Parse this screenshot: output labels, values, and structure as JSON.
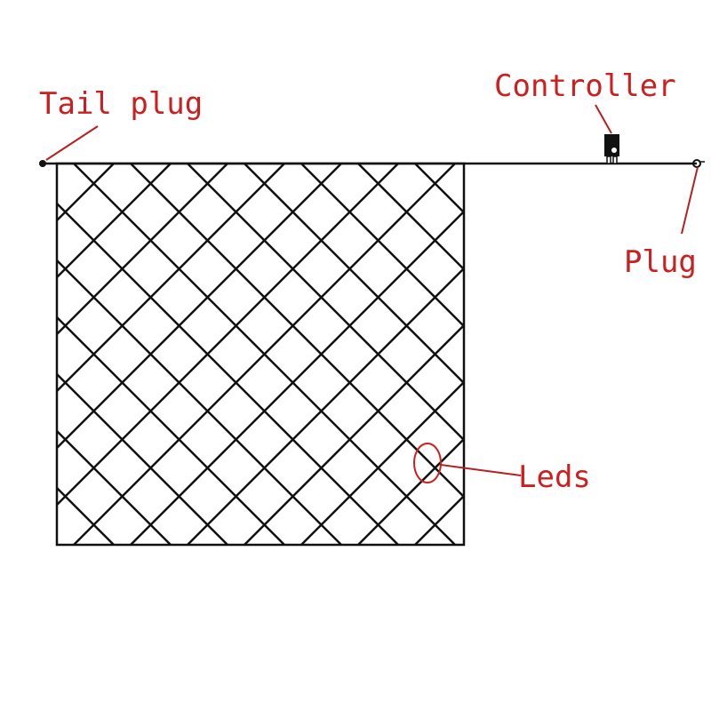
{
  "labels": {
    "tail_plug": "Tail plug",
    "controller": "Controller",
    "plug": "Plug",
    "leds": "Leds"
  },
  "colors": {
    "label": "#cc1f1f",
    "leader": "#b82020",
    "line": "#111111",
    "background": "#ffffff"
  },
  "icons": {
    "tail_plug": "tail-plug-icon",
    "controller": "controller-icon",
    "plug": "plug-icon"
  }
}
